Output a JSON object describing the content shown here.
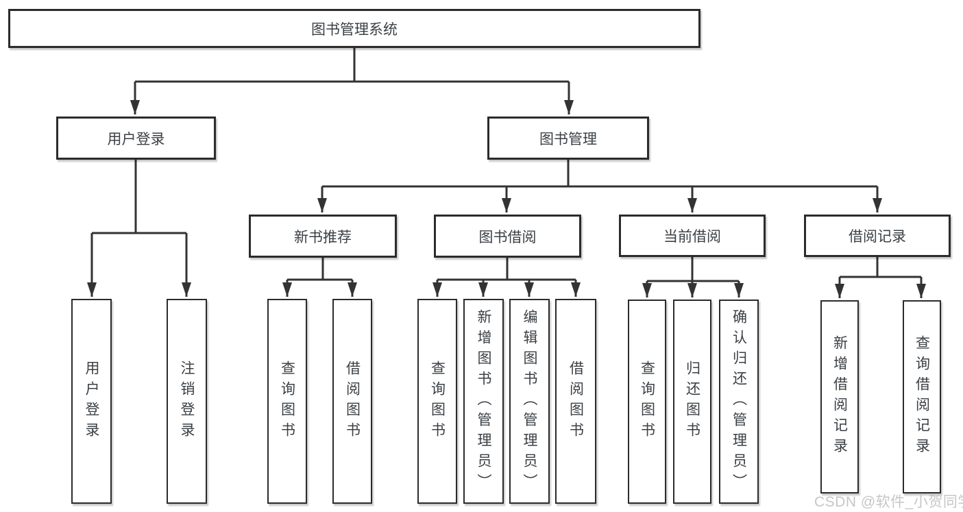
{
  "diagram": {
    "type": "hierarchy-tree",
    "nodes": {
      "root": "图书管理系统",
      "user_login": "用户登录",
      "book_mgmt": "图书管理",
      "new_book_rec": "新书推荐",
      "book_borrow": "图书借阅",
      "current_borrow": "当前借阅",
      "borrow_records": "借阅记录",
      "leaf_user_login": "用户登录",
      "leaf_logout": "注销登录",
      "leaf_query_book_1": "查询图书",
      "leaf_borrow_book_1": "借阅图书",
      "leaf_query_book_2": "查询图书",
      "leaf_add_book": "新增图书（管理员）",
      "leaf_edit_book": "编辑图书（管理员）",
      "leaf_borrow_book_2": "借阅图书",
      "leaf_query_book_3": "查询图书",
      "leaf_return_book": "归还图书",
      "leaf_confirm_return": "确认归还（管理员）",
      "leaf_add_borrow_record": "新增借阅记录",
      "leaf_query_borrow_record": "查询借阅记录"
    },
    "hierarchy": {
      "图书管理系统": {
        "用户登录": [
          "用户登录",
          "注销登录"
        ],
        "图书管理": {
          "新书推荐": [
            "查询图书",
            "借阅图书"
          ],
          "图书借阅": [
            "查询图书",
            "新增图书（管理员）",
            "编辑图书（管理员）",
            "借阅图书"
          ],
          "当前借阅": [
            "查询图书",
            "归还图书",
            "确认归还（管理员）"
          ],
          "借阅记录": [
            "新增借阅记录",
            "查询借阅记录"
          ]
        }
      }
    },
    "colors": {
      "line": "#333333",
      "box_border": "#2b2b2b",
      "box_fill": "#ffffff",
      "text": "#3b4045",
      "watermark_text": "#c6c6c6"
    }
  },
  "watermark": "CSDN @软件_小贺同学"
}
